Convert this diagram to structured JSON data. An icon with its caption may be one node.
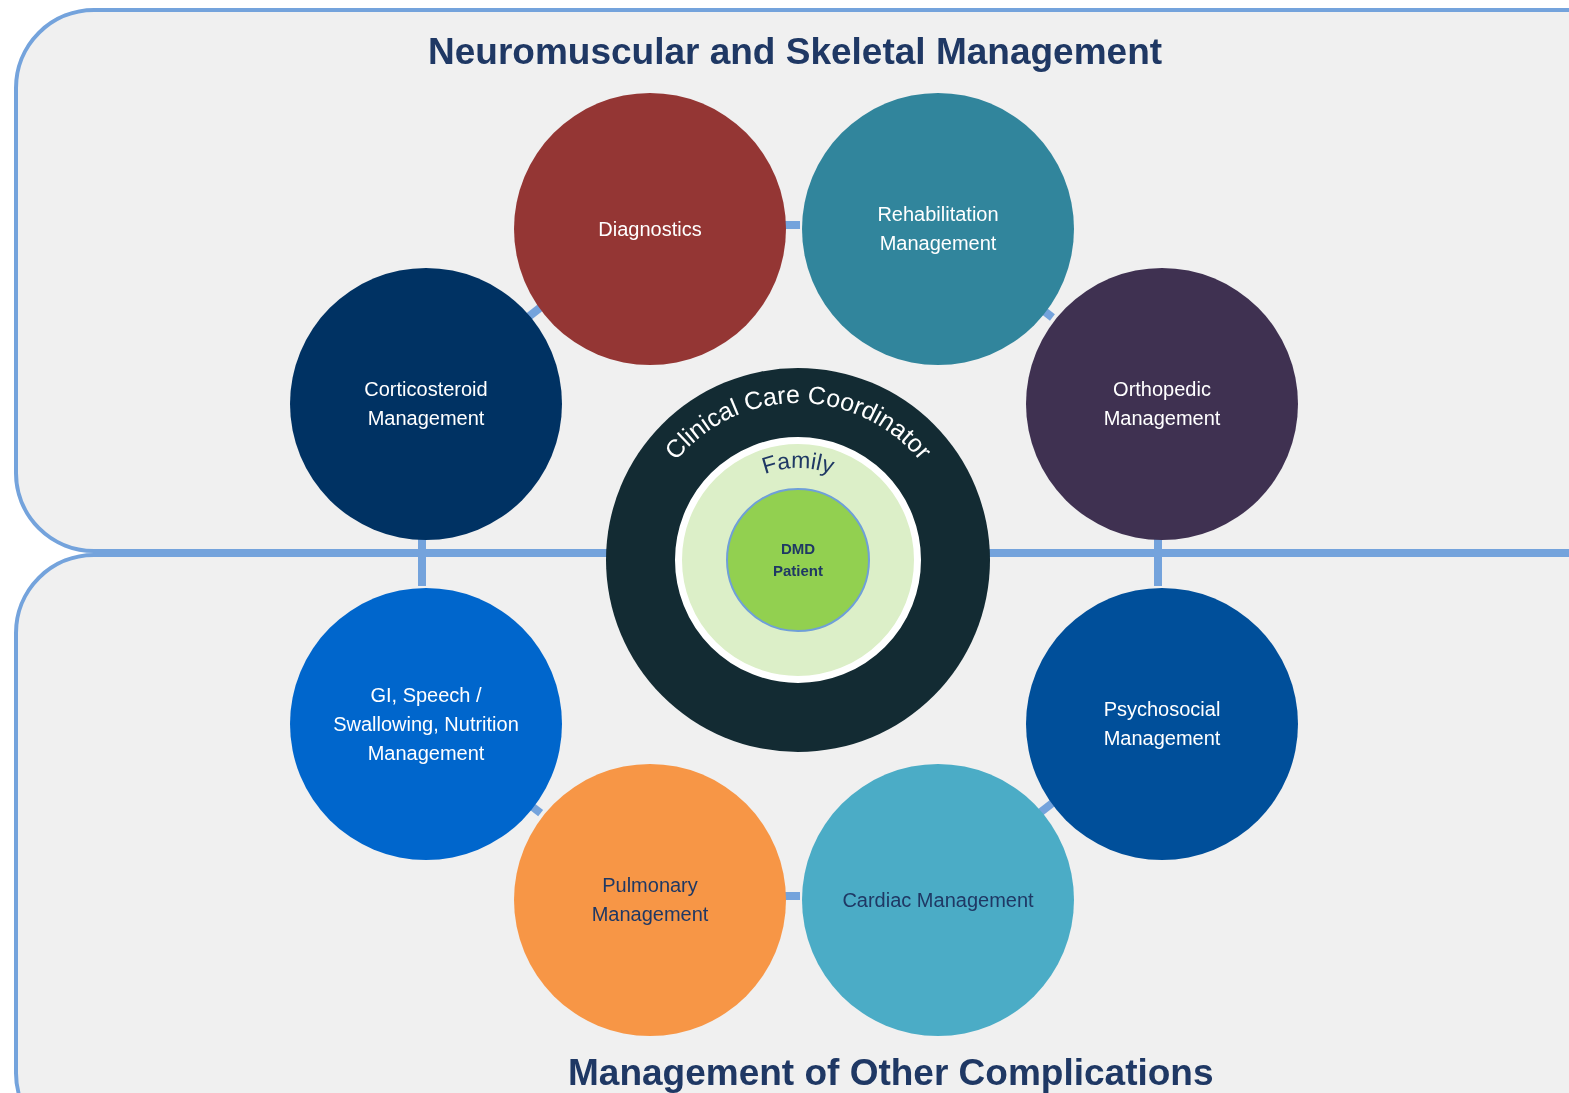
{
  "diagram": {
    "nodes": [
      {
        "text": [
          "Neuromuscular and Skeletal Management"
        ]
      },
      {
        "text": [
          "Management of Other Complications"
        ]
      },
      {
        "text": [
          "Diagnostics"
        ],
        "in": 0
      },
      {
        "text": [
          "Rehabilitation Management"
        ],
        "in": 0
      },
      {
        "text": [
          "Corticosteroid Management"
        ],
        "in": 0
      },
      {
        "text": [
          "Orthopedic Management"
        ],
        "in": 0
      },
      {
        "text": [
          "Clinical Care Coordinator"
        ]
      },
      {
        "text": [
          "Family"
        ],
        "in": 6
      },
      {
        "text": [
          "DMD Patient"
        ],
        "in": 7
      },
      {
        "text": [
          "GI, Speech / Swallowing, Nutrition Management"
        ],
        "in": 1
      },
      {
        "text": [
          "Psychosocial Management"
        ],
        "in": 1
      },
      {
        "text": [
          "Pulmonary Management"
        ],
        "in": 1
      },
      {
        "text": [
          "Cardiac Management"
        ],
        "in": 1
      }
    ],
    "edges": [
      {
        "from": 4,
        "to": 2,
        "arrow": "none"
      },
      {
        "from": 2,
        "to": 3,
        "arrow": "none"
      },
      {
        "from": 3,
        "to": 5,
        "arrow": "none"
      },
      {
        "from": 5,
        "to": 10,
        "arrow": "none"
      },
      {
        "from": 10,
        "to": 12,
        "arrow": "none"
      },
      {
        "from": 12,
        "to": 11,
        "arrow": "none"
      },
      {
        "from": 11,
        "to": 9,
        "arrow": "none"
      },
      {
        "from": 9,
        "to": 4,
        "arrow": "none"
      }
    ]
  }
}
